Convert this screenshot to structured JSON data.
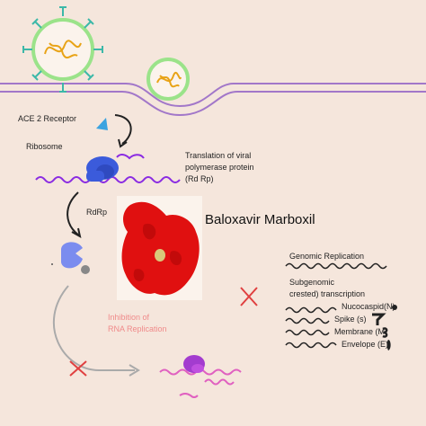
{
  "labels": {
    "ace2_receptor": "ACE 2 Receptor",
    "ribosome": "Ribosome",
    "translation_line1": "Translation of viral",
    "translation_line2": "polymerase protein",
    "translation_line3": "(Rd Rp)",
    "rdrp": "RdRp",
    "drug_name": "Baloxavir Marboxil",
    "genomic_replication": "Genomic Replication",
    "subgenomic_line1": "Subgenomic",
    "subgenomic_line2": "crested) transcription",
    "nucleocapsid": "Nucocaspid(N)",
    "spike": "Spike (s)",
    "membrane": "Membrane (M)",
    "envelope": "Envelope (E)",
    "inhibition_line1": "Inhibition of",
    "inhibition_line2": "RNA Replication"
  },
  "colors": {
    "background": "#f5e6dc",
    "membrane": "#9b6fc2",
    "rna": "#8a2be2",
    "ribosome": "#3b5bdb",
    "receptor": "#3ba3e0",
    "protein": "#e01010",
    "inhibition_text": "#f08a8a",
    "cross": "#e04040",
    "virus_capsid": "#9be38a",
    "virus_rna": "#e8a317",
    "spikes": "#3cb8a8"
  }
}
